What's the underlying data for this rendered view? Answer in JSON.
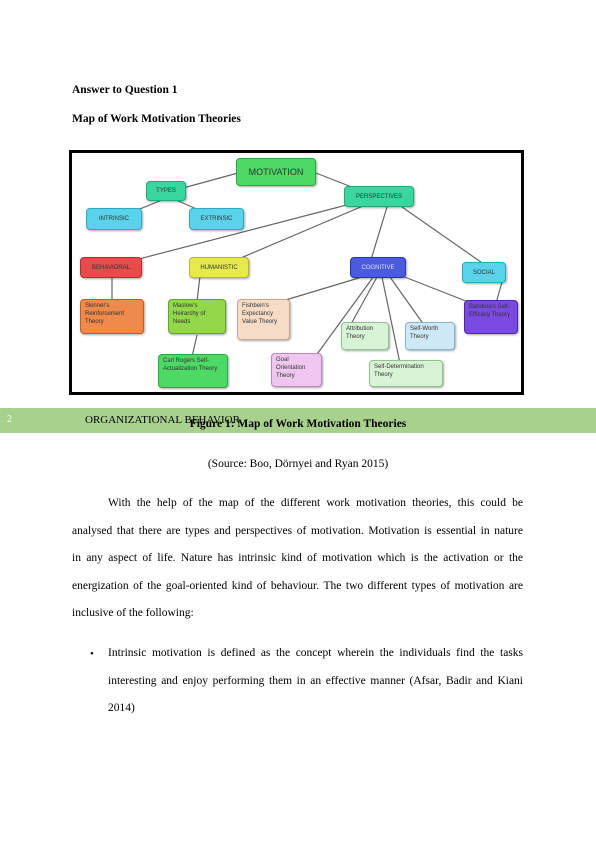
{
  "heading": "Answer to Question 1",
  "subheading": "Map of Work Motivation Theories",
  "figure": {
    "nodes": {
      "motivation": "MOTIVATION",
      "types": "TYPES",
      "perspectives": "PERSPECTIVES",
      "intrinsic": "INTRINSIC",
      "extrinsic": "EXTRINSIC",
      "behavioral": "BEHAVIORAL",
      "humanistic": "HUMANISTIC",
      "cognitive": "COGNITIVE",
      "social": "SOCIAL",
      "skinner": "Skinner's Reinforcement Theory",
      "maslow": "Maslow's Heirarchy of Needs",
      "fishbein": "Fishbein's Expectancy Value Theory",
      "attribution": "Attribution Theory",
      "selfworth": "Self-Worth Theory",
      "bandura": "Bandura's Self-Efficacy Theory",
      "rogers": "Carl Rogers Self-Actualization Theory",
      "goal": "Goal Orientation Theory",
      "selfdet": "Self-Determination Theory"
    },
    "colors": {
      "green": "#4cd964",
      "teal": "#3ad6a0",
      "cyan": "#5ad3ea",
      "red": "#e84b4b",
      "yellow": "#e6ea4a",
      "blue": "#4a5be0",
      "orange": "#f08a4b",
      "lime": "#93d84a",
      "peach": "#f6dcc6",
      "mint": "#d8f3d6",
      "lightblue": "#cfe8f6",
      "purple": "#7a4ae0",
      "pink": "#efc6ef"
    }
  },
  "band": {
    "page_number": "2",
    "header": "ORGANIZATIONAL BEHAVIOR"
  },
  "caption": "Figure 1: Map of Work Motivation Theories",
  "source": "(Source: Boo, Dörnyei and Ryan 2015)",
  "paragraph_lines": [
    "With the help of the map of the different work motivation theories, this could be",
    "analysed that there are types and perspectives of motivation. Motivation is essential in nature",
    "in any aspect of life. Nature has intrinsic kind of motivation which is the activation or the",
    "energization of the goal-oriented kind of behaviour. The two different types of motivation are",
    "inclusive of the following:"
  ],
  "bullet": {
    "symbol": "•",
    "lines": [
      "Intrinsic motivation is defined as the concept wherein the individuals find the tasks",
      "interesting and enjoy performing them in an effective manner (Afsar, Badir and Kiani",
      "2014)"
    ]
  }
}
